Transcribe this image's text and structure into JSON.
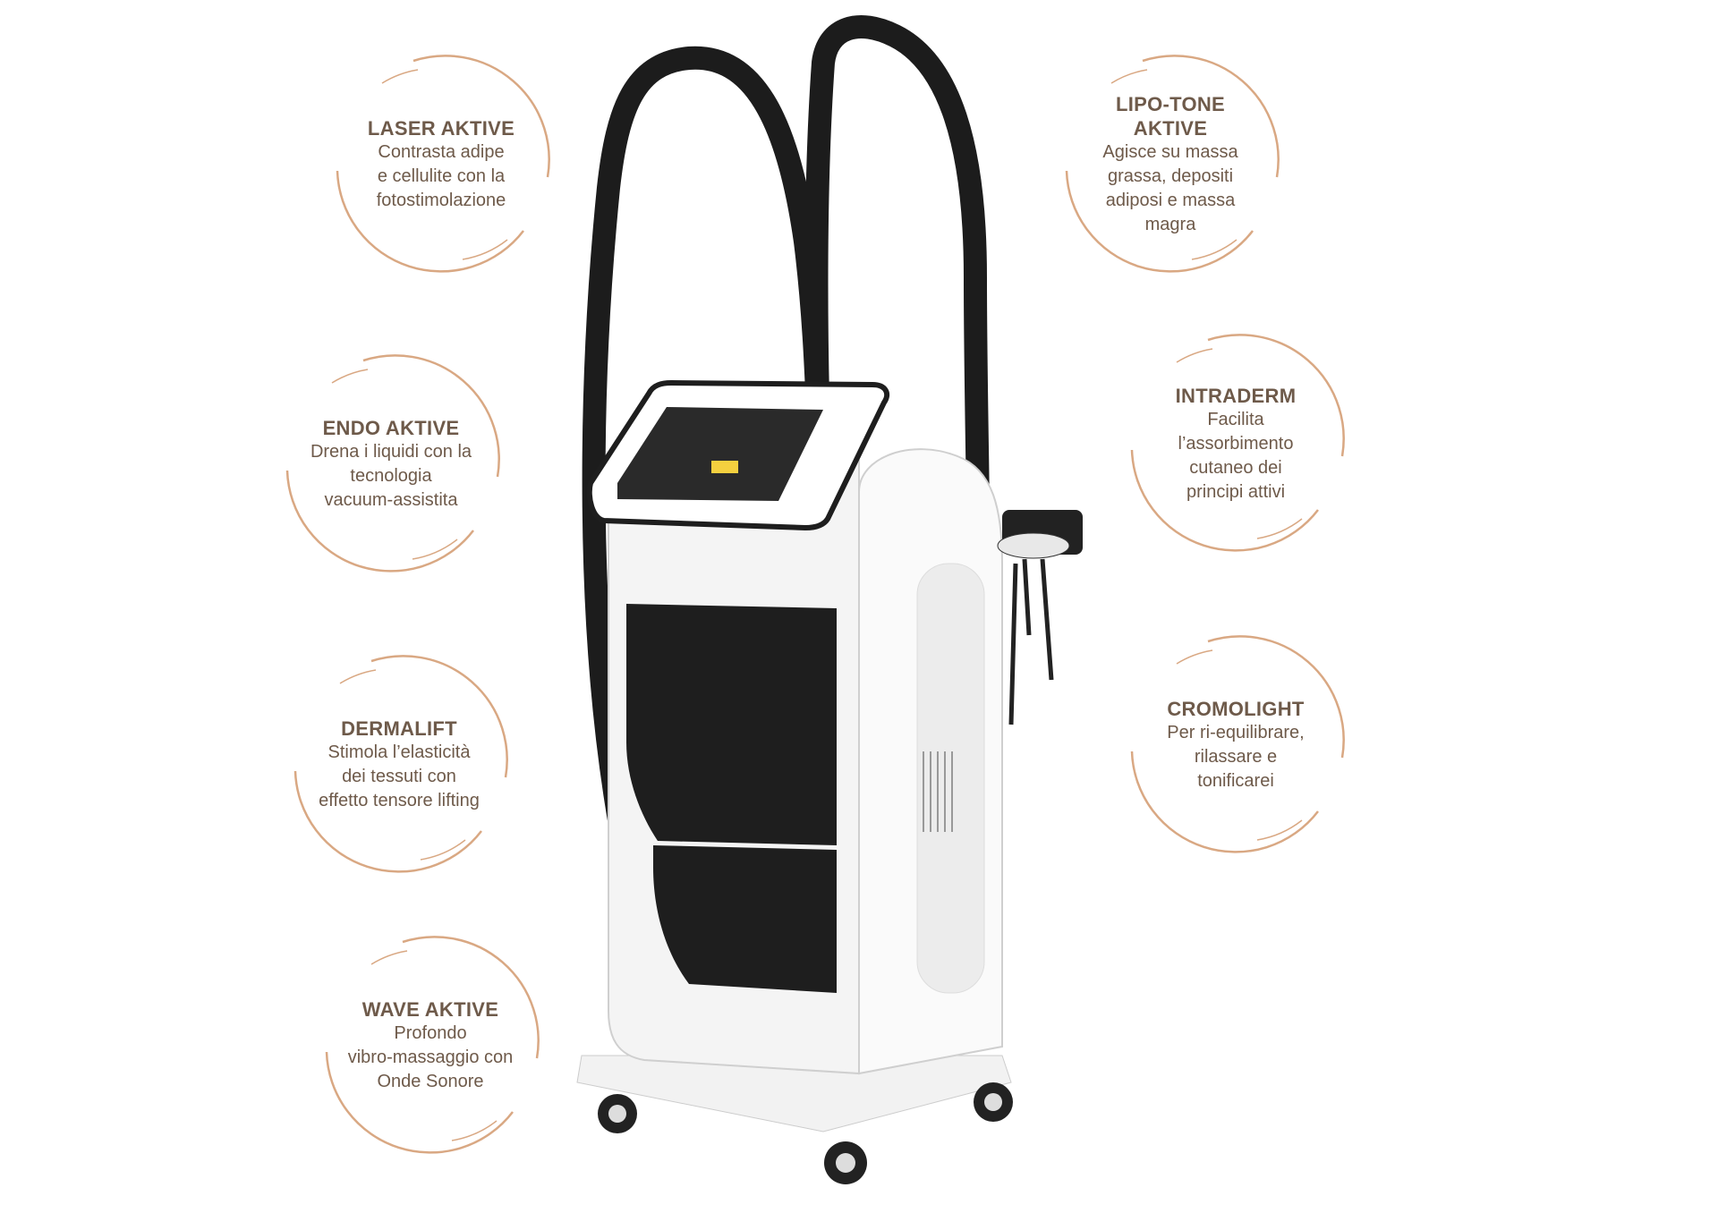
{
  "colors": {
    "text": "#6e5a4a",
    "arc": "#d9a883",
    "device_black": "#1c1c1c",
    "device_white": "#f4f4f4"
  },
  "features": [
    {
      "title": "LASER AKTIVE",
      "lines": [
        "Contrasta adipe",
        "e cellulite con la",
        "fotostimolazione"
      ]
    },
    {
      "title": "LIPO-TONE AKTIVE",
      "lines": [
        "Agisce su massa",
        "grassa, depositi",
        "adiposi e massa",
        "magra"
      ]
    },
    {
      "title": "ENDO AKTIVE",
      "lines": [
        "Drena i liquidi con la",
        "tecnologia",
        "vacuum-assistita"
      ]
    },
    {
      "title": "INTRADERM",
      "lines": [
        "Facilita",
        "l’assorbimento",
        "cutaneo dei",
        "principi attivi"
      ]
    },
    {
      "title": "DERMALIFT",
      "lines": [
        "Stimola l’elasticità",
        "dei tessuti con",
        "effetto tensore lifting"
      ]
    },
    {
      "title": "CROMOLIGHT",
      "lines": [
        "Per ri-equilibrare,",
        "rilassare e",
        "tonificarei"
      ]
    },
    {
      "title": "WAVE AKTIVE",
      "lines": [
        "Profondo",
        "vibro-massaggio con",
        "Onde Sonore"
      ]
    }
  ]
}
